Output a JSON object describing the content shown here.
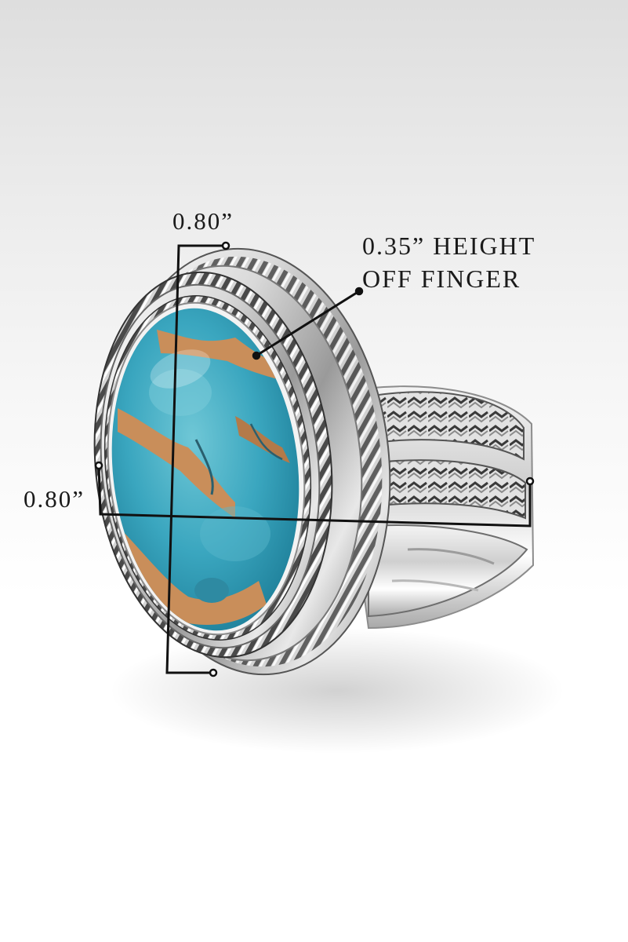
{
  "product_photo": {
    "subject": "oval-turquoise-ring",
    "colors": {
      "background_top": "#dedede",
      "background_bottom": "#ffffff",
      "silver_light": "#f4f4f4",
      "silver_mid": "#bdbdbd",
      "silver_dark": "#3a3a3a",
      "turquoise": "#3aa6bf",
      "turquoise_light": "#6fc7d6",
      "copper_matrix": "#c98e5a",
      "dimension_line": "#111111"
    }
  },
  "dimensions": {
    "top_width_label": "0.80”",
    "left_width_label": "0.80”",
    "height_label_line1": "0.35” HEIGHT",
    "height_label_line2": "OFF FINGER"
  }
}
